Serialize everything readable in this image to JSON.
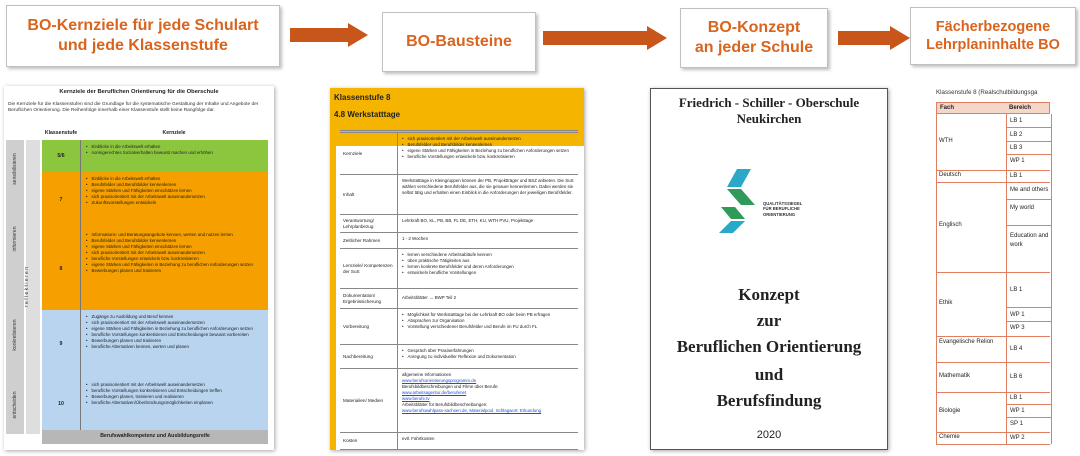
{
  "flow": {
    "step1": {
      "line1": "BO-Kernziele für jede Schulart",
      "line2": "und jede Klassenstufe"
    },
    "step2": {
      "line1": "BO-Bausteine"
    },
    "step3": {
      "line1": "BO-Konzept",
      "line2": "an jeder Schule"
    },
    "step4": {
      "line1": "Fächerbezogene",
      "line2": "Lehrplaninhalte BO"
    }
  },
  "colors": {
    "accent": "#d9641e",
    "arrow": "#c8561a",
    "green": "#8cc63f",
    "orange": "#f5a000",
    "blue": "#b9d4ee",
    "yellow": "#f5b400",
    "grey": "#b7b7b7"
  },
  "doc1": {
    "title": "Kernziele der Beruflichen Orientierung für die Oberschule",
    "intro": "Die Kernziele für die Klassenstufen sind die Grundlage für die systematische Gestaltung der Inhalte und Angebote der Beruflichen Orientierung. Die Reihenfolge innerhalb einer Klassenstufe stellt keine Rangfolge dar.",
    "col_class": "Klassenstufe",
    "col_goals": "Kernziele",
    "phases": [
      "sensibilisieren",
      "informieren",
      "konkretisieren",
      "entscheiden"
    ],
    "reflect": "r e f l e k t i e r e n",
    "rows": [
      {
        "cls": "5/6",
        "items": [
          "Einblicke in die Arbeitswelt erhalten",
          "nonnigerechtes Sozialverhalten bewusst machen und erhöhen"
        ]
      },
      {
        "cls": "7",
        "items": [
          "Einblicke in die Arbeitswelt erhalten",
          "Berufsfelder und Berufsbilder kennenlernen",
          "eigene Stärken und Fähigkeiten einschätzen lernen",
          "sich praxisorientiert mit der Arbeitswelt auseinandersetzen",
          "Zukunftsvorstellungen entwickeln"
        ]
      },
      {
        "cls": "8",
        "items": [
          "Informations- und Beratungsangebote kennen, werten und nutzen lernen",
          "Berufsfelder und Berufsbilder kennenlernen",
          "eigene Stärken und Fähigkeiten einschätzen lernen",
          "sich praxisorientiert mit der Arbeitswelt auseinandersetzen",
          "berufliche Vorstellungen entwickeln bzw. konkretisieren",
          "eigene Stärken und Fähigkeiten in Beziehung zu beruflichen Anforderungen setzen",
          "Bewerbungen planen und trainieren"
        ]
      },
      {
        "cls": "9",
        "items": [
          "Zugänge zu Ausbildung und Beruf kennen",
          "sich praxisorientiert mit der Arbeitswelt auseinandersetzen",
          "eigene Stärken und Fähigkeiten in Beziehung zu beruflichen Anforderungen setzen",
          "berufliche Vorstellungen konkretisieren und Entscheidungen bewusst vorbereiten",
          "Bewerbungen planen und trainieren",
          "berufliche Alternativen kennen, werten und planen"
        ]
      },
      {
        "cls": "10",
        "items": [
          "sich praxisorientiert mit der Arbeitswelt auseinandersetzen",
          "berufliche Vorstellungen konkretisieren und Entscheidungen treffen",
          "Bewerbungen planen, trainieren und realisieren",
          "berufliche Alternativen/Überbrückungsmöglichkeiten einplanen"
        ]
      }
    ],
    "footer": "Berufswahlkompetenz und Ausbildungsreife"
  },
  "doc2": {
    "class": "Klassenstufe 8",
    "section": "4.8 Werkstatttage",
    "rows": [
      {
        "label": "Kernziele",
        "items": [
          "sich praxisorientiert mit der Arbeitswelt auseinandersetzen",
          "Berufsfelder und Berufsbilder kennenlernen",
          "eigene Stärken und Fähigkeiten in Beziehung zu beruflichen Anforderungen setzen",
          "berufliche Vorstellungen entwickeln bzw. konkretisieren"
        ]
      },
      {
        "label": "Inhalt",
        "text": "Werkstatttage in Kleingruppen können der PB, Projektträger und BSZ anbieten. Die SuS wählen verschiedene Berufsfelder aus, die sie genauer kennenlernen. Dabei werden sie selbst tätig und erhalten einen Einblick in die Anforderungen der jeweiligen Berufsfelder."
      },
      {
        "label": "Verantwortung/ Lehrplanbezug",
        "text": "Lehrkraft BO, KL, PB, BB, FL DE, ETH, KU, WTH PVU, Projekttage"
      },
      {
        "label": "Zeitlicher Rahmen",
        "text": "1 - 2 Wochen"
      },
      {
        "label": "Lernziele/ Kompetenzen der SuS",
        "items": [
          "lernen verschiedene Arbeitsabläufe kennen",
          "üben praktische Tätigkeiten aus",
          "lernen konkrete Berufsfelder und deren Anforderungen",
          "entwickeln berufliche Vorstellungen"
        ]
      },
      {
        "label": "Dokumentation/ Ergebnissicherung",
        "text": "Arbeitsblätter → BWP Teil 2"
      },
      {
        "label": "Vorbereitung",
        "items": [
          "Möglichkeit für Werkstatttage bei der Lehrkraft BO oder beim PB erfragen",
          "Absprachen zur Organisation",
          "Vorstellung verschiedener Berufsfelder und Berufe im FU durch FL"
        ]
      },
      {
        "label": "Nachbereitung",
        "items": [
          "Gespräch über Praxiserfahrungen",
          "Anregung zu individueller Reflexion und Dokumentation"
        ]
      },
      {
        "label": "Materialien/ Medien",
        "text": "allgemeine Informationen",
        "links": [
          "www.berufsorientierungsprogramm.de",
          "Berufsbildbeschreibungen und Filme über Berufe:",
          "www.arbeitsagentur.de/berufenet",
          "www.berufe.tv",
          "Arbeitsblätter für Berufsbildbeschreibungen:",
          "www.berufswahlpass-sachsen.de, Materialpool, Schlagwort: Erkundung"
        ]
      },
      {
        "label": "Kosten",
        "text": "evtl. Fahrtkosten"
      }
    ]
  },
  "doc3": {
    "school_line1": "Friedrich - Schiller - Oberschule",
    "school_line2": "Neukirchen",
    "logo_text": [
      "QUALITÄTSSIEGEL",
      "FÜR BERUFLICHE",
      "ORIENTIERUNG"
    ],
    "heading": [
      "Konzept",
      "zur",
      "Beruflichen Orientierung",
      "und",
      "Berufsfindung"
    ],
    "year": "2020"
  },
  "doc4": {
    "title": "Klassenstufe 8 (Realschulbildungsga",
    "col_fach": "Fach",
    "col_bereich": "Bereich",
    "rows": [
      {
        "fach": "WTH",
        "bereich": [
          "LB 1",
          "LB 2",
          "LB 3",
          "WP 1"
        ]
      },
      {
        "fach": "Deutsch",
        "bereich": [
          "LB 1"
        ]
      },
      {
        "fach": "Englisch",
        "bereich": [
          "Me and others",
          "My world",
          "Education and work"
        ]
      },
      {
        "fach": "Ethik",
        "bereich": [
          "LB 1",
          "WP 1",
          "WP 3"
        ]
      },
      {
        "fach": "Evangelische Relion",
        "bereich": [
          "LB 4"
        ]
      },
      {
        "fach": "Mathematik",
        "bereich": [
          "LB 6"
        ]
      },
      {
        "fach": "Biologie",
        "bereich": [
          "LB 1",
          "WP 1",
          "SP 1"
        ]
      },
      {
        "fach": "Chemie",
        "bereich": [
          "WP 2"
        ]
      }
    ]
  }
}
